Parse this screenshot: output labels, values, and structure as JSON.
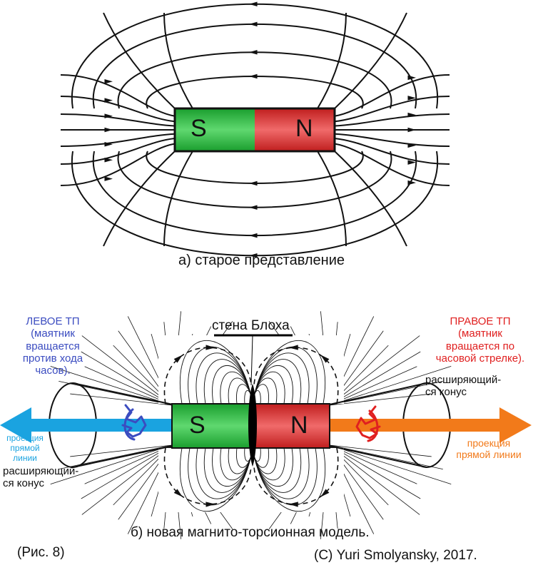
{
  "diagram_a": {
    "pole_s": "S",
    "pole_n": "N",
    "caption": "а) старое представление"
  },
  "diagram_b": {
    "pole_s": "S",
    "pole_n": "N",
    "bloch_wall": "стена Блоха",
    "left_tp": "ЛЕВОЕ ТП\n(маятник\nвращается\nпротив хода\nчасов).",
    "right_tp": "ПРАВОЕ ТП\n(маятник\nвращается по\nчасовой стрелке).",
    "left_projection": "проекция\nпрямой\nлинии",
    "right_projection": "проекция\nпрямой линии",
    "cone_left": "расширяющий-\nся конус",
    "cone_right": "расширяющий-\nся конус",
    "caption": "б) новая магнито-торсионная модель."
  },
  "footer": {
    "figure": "(Рис. 8)",
    "copyright": "(С) Yuri Smolyansky, 2017."
  },
  "colors": {
    "s_pole": "#2fbf45",
    "n_pole": "#e03636",
    "left_arrow": "#1aa3e0",
    "right_arrow": "#f27a1a",
    "left_text": "#3b4cc0",
    "right_text": "#e02020",
    "left_projection_text": "#1aa3e0",
    "right_projection_text": "#f27a1a"
  }
}
